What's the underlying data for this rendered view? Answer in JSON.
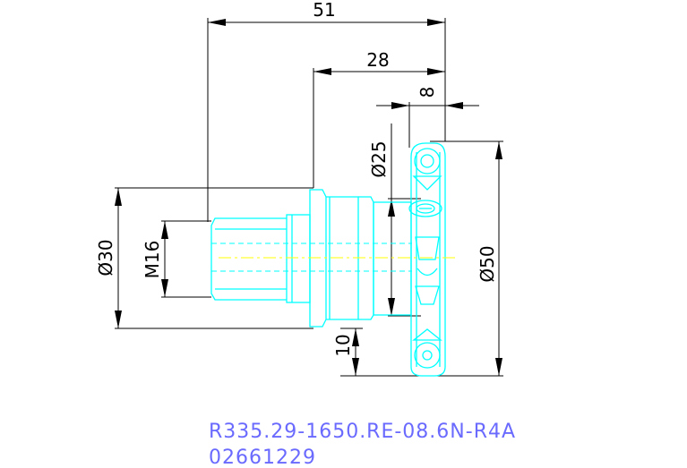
{
  "dimensions": {
    "overall_length": "51",
    "shank_length": "28",
    "width": "8",
    "cutter_dia": "Ø50",
    "hub_dia": "Ø25",
    "body_dia": "Ø30",
    "thread": "M16",
    "depth": "10"
  },
  "part": {
    "designation": "R335.29-1650.RE-08.6N-R4A",
    "number": "02661229"
  },
  "colors": {
    "outline": "#00ffff",
    "centerline": "#ffff00",
    "dimension": "#000000",
    "code_text": "#6a6aff"
  }
}
